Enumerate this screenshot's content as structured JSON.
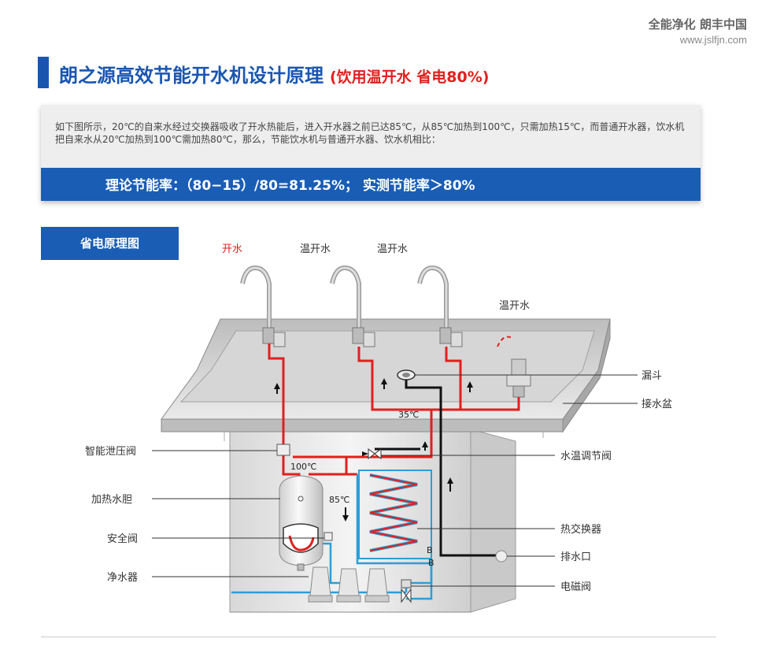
{
  "brand": {
    "name": "全能净化 朗丰中国",
    "url": "www.jslfjn.com"
  },
  "title": {
    "main": "朗之源高效节能开水机设计原理",
    "sub": "(饮用温开水  省电80%)"
  },
  "description": {
    "text": "如下图所示，20℃的自来水经过交换器吸收了开水热能后，进入开水器之前已达85℃，从85℃加热到100℃，只需加热15℃，而普通开水器，饮水机把自来水从20℃加热到100℃需加热80℃，那么，节能饮水机与普通开水器、饮水机相比：",
    "band": "理论节能率：（80−15）/80=81.25%；    实测节能率＞80%"
  },
  "section_tab": "省电原理图",
  "diagram": {
    "taps": {
      "hot": "开水",
      "warm1": "温开水",
      "warm2": "温开水",
      "warm3": "温开水"
    },
    "left_labels": {
      "relief_valve": "智能泄压阀",
      "tank": "加热水胆",
      "safety_valve": "安全阀",
      "purifier": "净水器"
    },
    "right_labels": {
      "funnel": "漏斗",
      "basin": "接水盆",
      "temp_valve": "水温调节阀",
      "exchanger": "热交换器",
      "drain": "排水口",
      "solenoid": "电磁阀"
    },
    "temps": {
      "t35": "35℃",
      "t100": "100℃",
      "t85": "85℃"
    },
    "marks": {
      "b1": "B",
      "b2": "B"
    },
    "colors": {
      "hot_pipe": "#e0201e",
      "cold_pipe": "#2a9fd8",
      "drain_pipe": "#111111",
      "brand_blue": "#1a5db5"
    }
  }
}
